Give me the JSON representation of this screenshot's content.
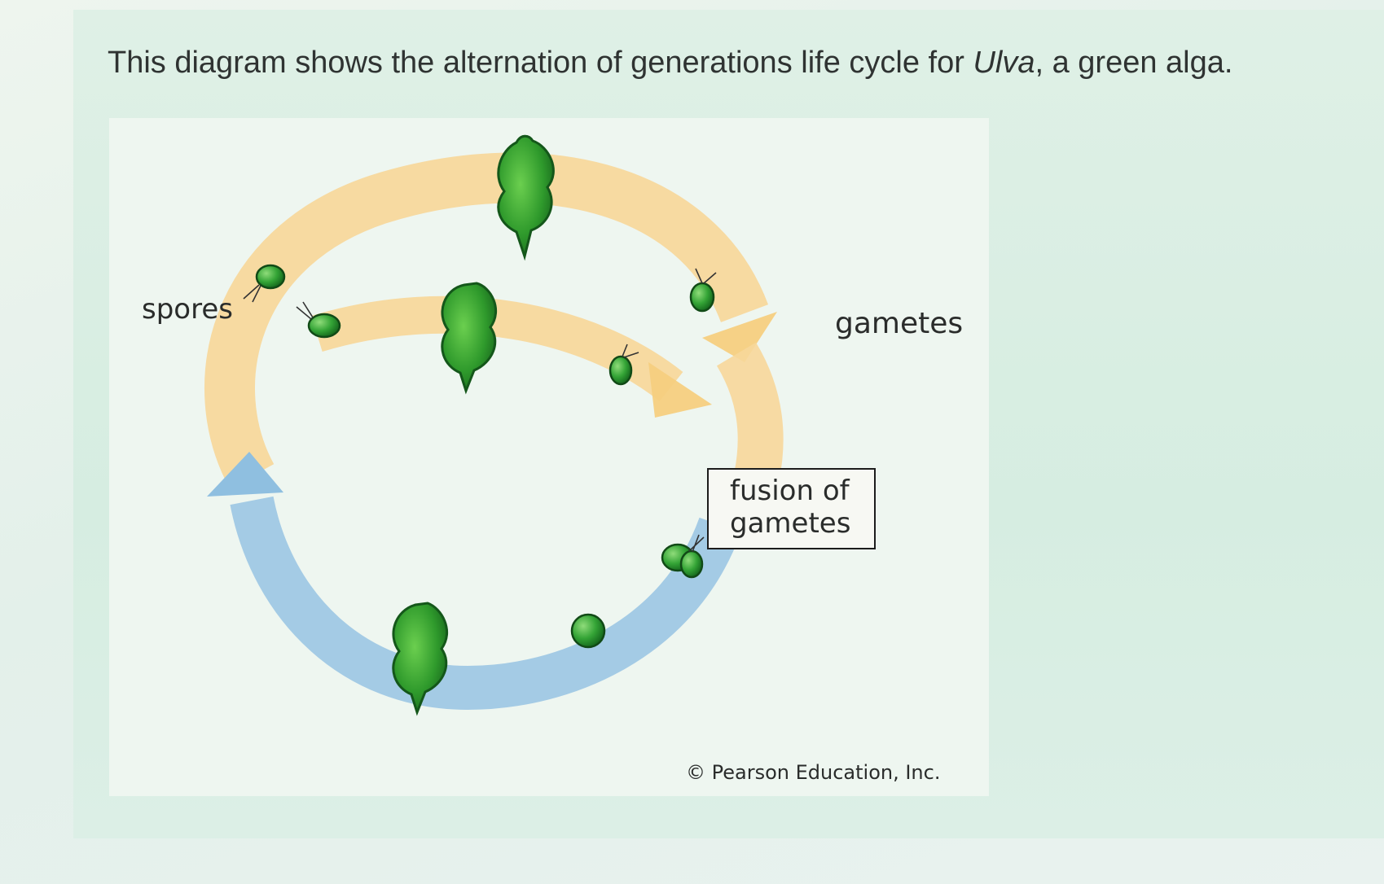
{
  "question": {
    "prefix": "This diagram shows the alternation of generations life cycle for ",
    "organism": "Ulva",
    "suffix": ", a green alga."
  },
  "diagram": {
    "labels": {
      "spores": "spores",
      "gametes": "gametes",
      "fusion_line1": "fusion of",
      "fusion_line2": "gametes"
    },
    "copyright": "© Pearson Education, Inc.",
    "colors": {
      "haploid_arrow": "#f7d79a",
      "diploid_arrow": "#9fc8e4",
      "alga_green": "#2e9a2a",
      "cell_green": "#35a83a"
    }
  }
}
